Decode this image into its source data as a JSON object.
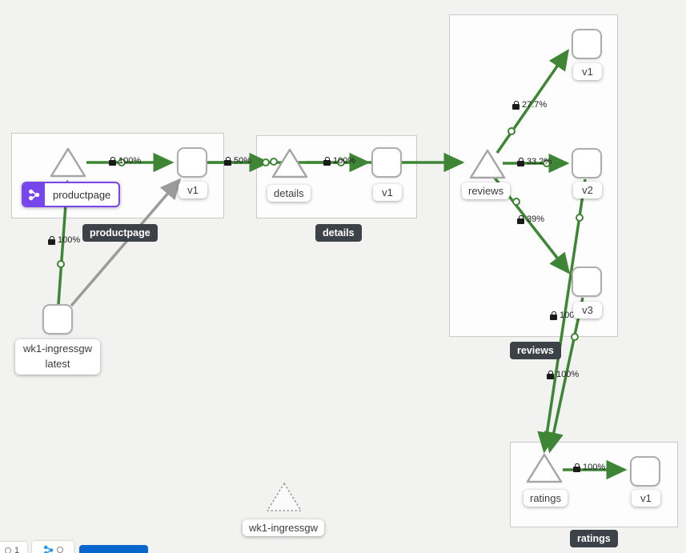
{
  "colors": {
    "edge_green": "#3e8635",
    "edge_gray": "#9b9b9b",
    "selected_purple": "#7747ec",
    "group_badge_bg": "#3d4148",
    "legend_button_blue": "#0666cb",
    "box_border": "#c9c9c9",
    "node_border": "#adadad"
  },
  "groups": {
    "productpage": {
      "badge": "productpage"
    },
    "details": {
      "badge": "details"
    },
    "reviews": {
      "badge": "reviews"
    },
    "ratings": {
      "badge": "ratings"
    }
  },
  "nodes": {
    "productpage_service": {
      "label": "productpage",
      "selected": true,
      "icon": "code-branch-icon"
    },
    "productpage_v1": {
      "label": "v1"
    },
    "details_service": {
      "label": "details"
    },
    "details_v1": {
      "label": "v1"
    },
    "reviews_service": {
      "label": "reviews"
    },
    "reviews_v1": {
      "label": "v1"
    },
    "reviews_v2": {
      "label": "v2"
    },
    "reviews_v3": {
      "label": "v3"
    },
    "ratings_service": {
      "label": "ratings"
    },
    "ratings_v1": {
      "label": "v1"
    },
    "ingress_workload": {
      "label_line1": "wk1-ingressgw",
      "label_line2": "latest"
    },
    "idle_service": {
      "label": "wk1-ingressgw"
    }
  },
  "edge_labels": {
    "ingress_to_productpage": "100%",
    "productpage_to_v1": "100%",
    "ppv1_to_details": "50%",
    "details_to_v1": "100%",
    "reviews_to_v1": "27.7%",
    "reviews_to_v2": "33.2%",
    "reviews_to_v3": "39%",
    "v2_to_ratings": "100%",
    "v3_to_ratings": "100%",
    "ratings_to_v1": "100%"
  },
  "toolbar": {
    "partial_button_1": "1"
  }
}
